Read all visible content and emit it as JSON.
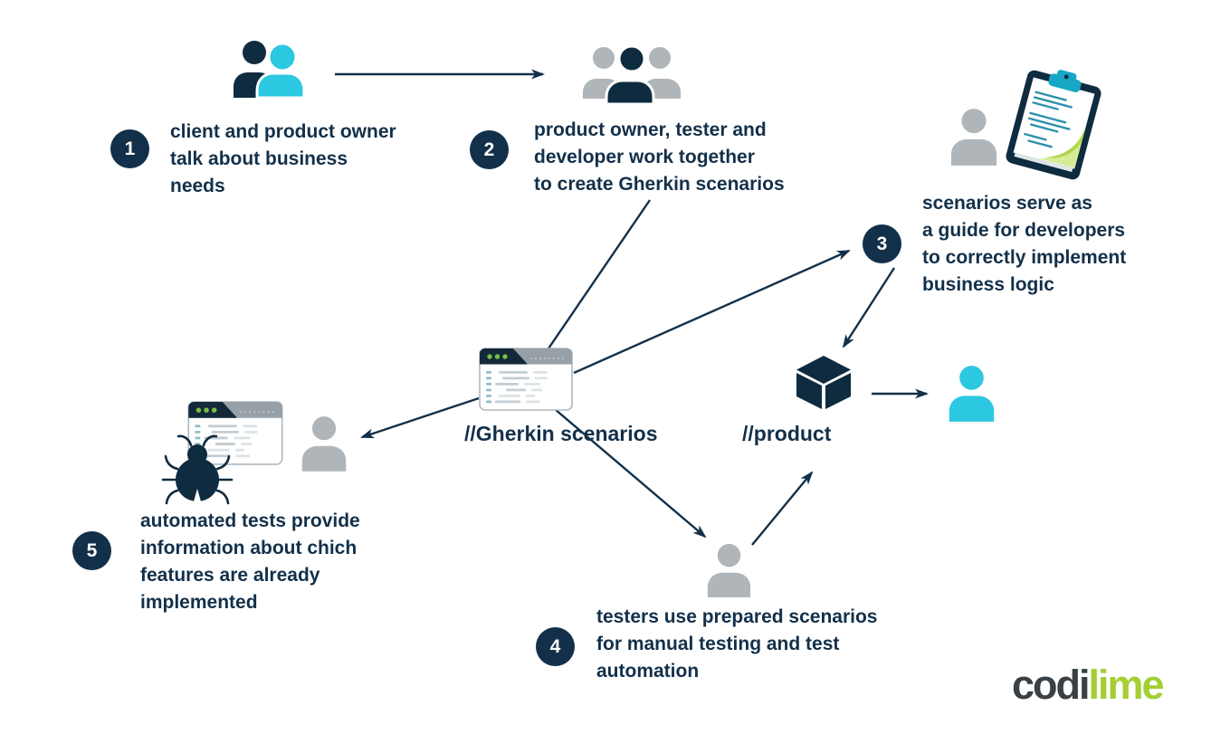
{
  "colors": {
    "navy_text_and_arrows": "#13304A",
    "icon_navy": "#0F2B3F",
    "cyan_person": "#2CC7E0",
    "gray_person": "#AFB5B9",
    "lime_accent": "#A5CE33",
    "clip_teal": "#17A7C5",
    "window_dot_green": "#76C043",
    "logo_dark": "#3A4146"
  },
  "steps": [
    {
      "number": "1",
      "lines": [
        "client and product owner",
        "talk about business",
        "needs"
      ]
    },
    {
      "number": "2",
      "lines": [
        "product owner, tester and",
        "developer work together",
        "to create Gherkin scenarios"
      ]
    },
    {
      "number": "3",
      "lines": [
        "scenarios serve as",
        "a guide for developers",
        "to correctly implement",
        "business logic"
      ]
    },
    {
      "number": "4",
      "lines": [
        "testers use prepared scenarios",
        "for manual testing and test",
        "automation"
      ]
    },
    {
      "number": "5",
      "lines": [
        "automated tests provide",
        "information about chich",
        "features are already",
        "implemented"
      ]
    }
  ],
  "artifacts": {
    "gherkin_label": "//Gherkin scenarios",
    "product_label": "//product"
  },
  "logo": {
    "prefix": "codi",
    "suffix": "lime"
  },
  "icons": {
    "people-pair-icon": "client and product owner (navy + cyan figures)",
    "people-group-icon": "three people, navy center with gray sides",
    "person-gray-icon": "single gray person silhouette",
    "clipboard-icon": "tilted clipboard with teal clip, teal text lines, lime page curl",
    "code-window-icon": "browser window with navy/gray title bar, green dots, code lines",
    "bug-icon": "navy bug silhouette",
    "cube-icon": "navy 3D cube (product)",
    "person-cyan-icon": "single cyan person silhouette (end user)"
  }
}
